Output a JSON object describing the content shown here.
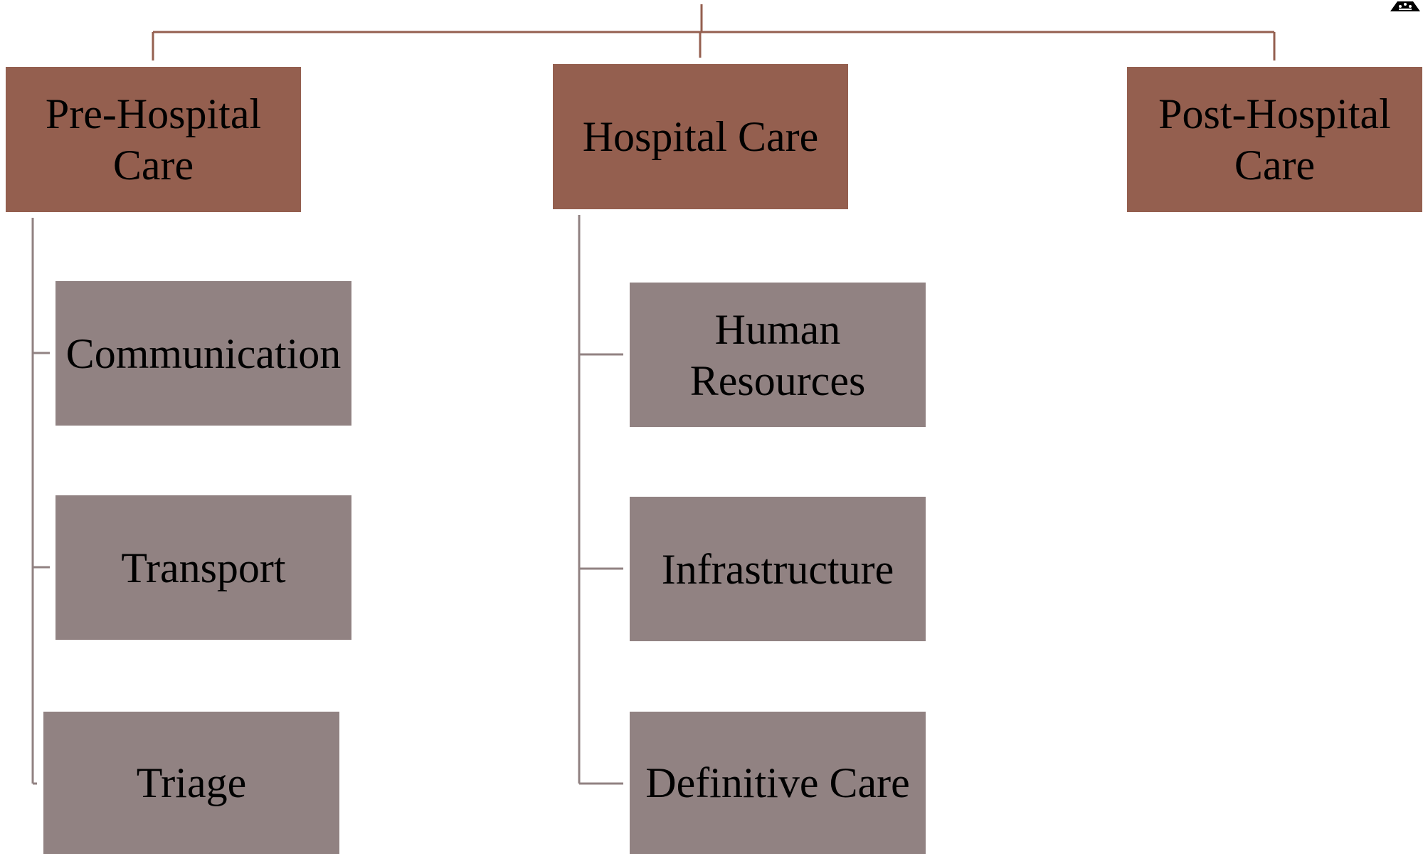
{
  "diagram": {
    "categories": [
      {
        "label": "Pre-Hospital Care"
      },
      {
        "label": "Hospital Care"
      },
      {
        "label": "Post-Hospital Care"
      }
    ],
    "pre_hospital_items": [
      {
        "label": "Communication"
      },
      {
        "label": "Transport"
      },
      {
        "label": "Triage"
      }
    ],
    "hospital_items": [
      {
        "label": "Human Resources"
      },
      {
        "label": "Infrastructure"
      },
      {
        "label": "Definitive Care"
      }
    ]
  },
  "colors": {
    "category_fill": "#945F4F",
    "item_fill": "#918282",
    "category_connector": "#945F4F",
    "item_connector": "#918282",
    "text": "#000000"
  },
  "icons": {
    "corner": "shield-icon"
  }
}
